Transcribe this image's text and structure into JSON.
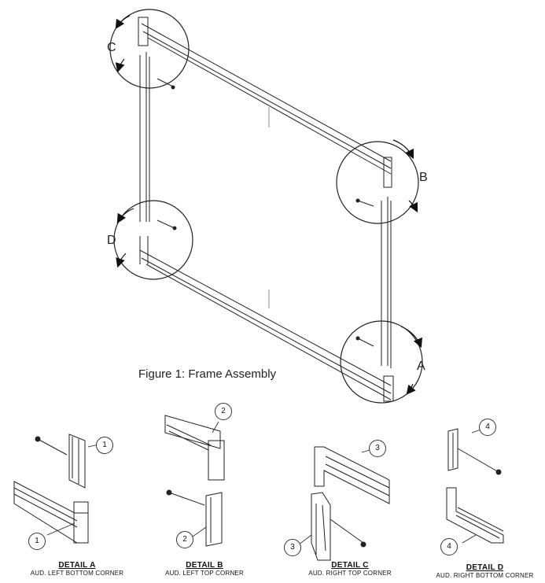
{
  "figure_title": "Figure 1: Frame Assembly",
  "callouts": {
    "a": "A",
    "b": "B",
    "c": "C",
    "d": "D"
  },
  "details": [
    {
      "heading": "DETAIL A",
      "caption": "AUD. LEFT BOTTOM CORNER"
    },
    {
      "heading": "DETAIL B",
      "caption": "AUD. LEFT TOP CORNER"
    },
    {
      "heading": "DETAIL C",
      "caption": "AUD. RIGHT TOP CORNER"
    },
    {
      "heading": "DETAIL D",
      "caption": "AUD. RIGHT BOTTOM CORNER"
    }
  ],
  "part_numbers": [
    "1",
    "1",
    "2",
    "2",
    "3",
    "3",
    "4",
    "4"
  ]
}
